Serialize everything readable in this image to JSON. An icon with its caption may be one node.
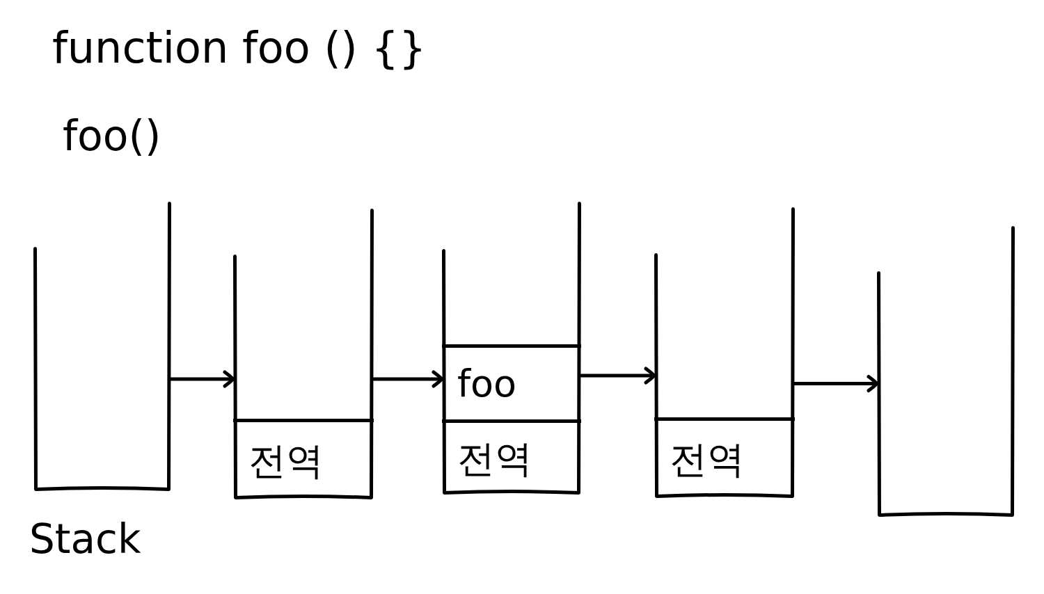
{
  "diagram": {
    "nodes": [
      {
        "text": [],
        "shape": "box",
        "beside": [
          "Stack"
        ]
      },
      {
        "text": [],
        "shape": "box"
      },
      {
        "text": [
          "전역"
        ],
        "in": 1
      },
      {
        "text": [],
        "shape": "box"
      },
      {
        "text": [
          "foo"
        ],
        "in": 3
      },
      {
        "text": [
          "전역"
        ],
        "in": 3
      },
      {
        "text": [],
        "shape": "box"
      },
      {
        "text": [
          "전역"
        ],
        "in": 6
      },
      {
        "text": [],
        "shape": "box"
      }
    ],
    "edges": [
      {
        "from": 0,
        "to": 1,
        "arrow": "to"
      },
      {
        "from": 1,
        "to": 3,
        "arrow": "to"
      },
      {
        "from": 3,
        "to": 6,
        "arrow": "to"
      },
      {
        "from": 6,
        "to": 8,
        "arrow": "to"
      }
    ],
    "labels": [
      "function foo () {}",
      "foo()"
    ]
  }
}
